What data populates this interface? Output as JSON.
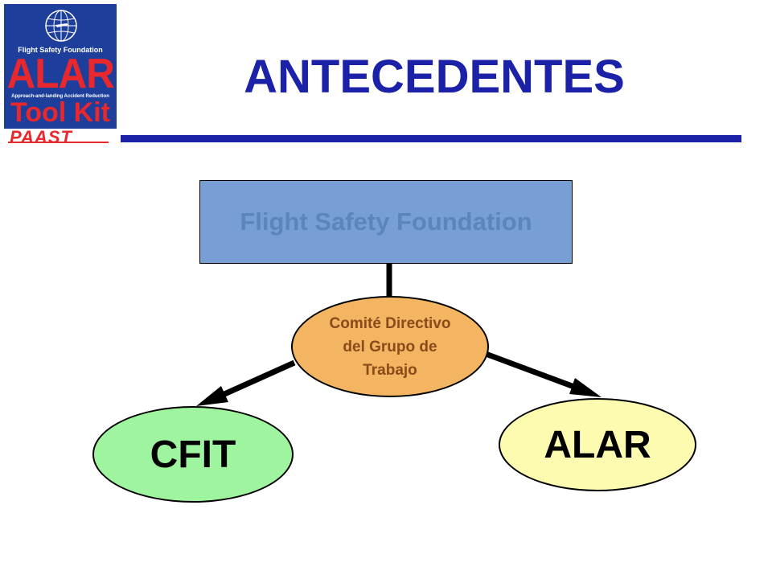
{
  "logo": {
    "top_text": "Flight Safety Foundation",
    "main_text": "ALAR",
    "subtitle_text": "Approach-and-landing Accident Reduction",
    "bottom_text": "Tool Kit",
    "badge_text": "PAAST",
    "colors": {
      "background": "#1d3f9b",
      "accent": "#e8282d"
    }
  },
  "slide": {
    "title": "ANTECEDENTES",
    "title_color": "#1b22a8"
  },
  "diagram": {
    "top_box": "Flight Safety Foundation",
    "center_node": [
      "Comité Directivo",
      "del Grupo de",
      "Trabajo"
    ],
    "left_node": "CFIT",
    "right_node": "ALAR",
    "colors": {
      "top_box": "#779fd6",
      "center_node": "#f4b562",
      "left_node": "#9ff59f",
      "right_node": "#fcfbb0"
    }
  }
}
